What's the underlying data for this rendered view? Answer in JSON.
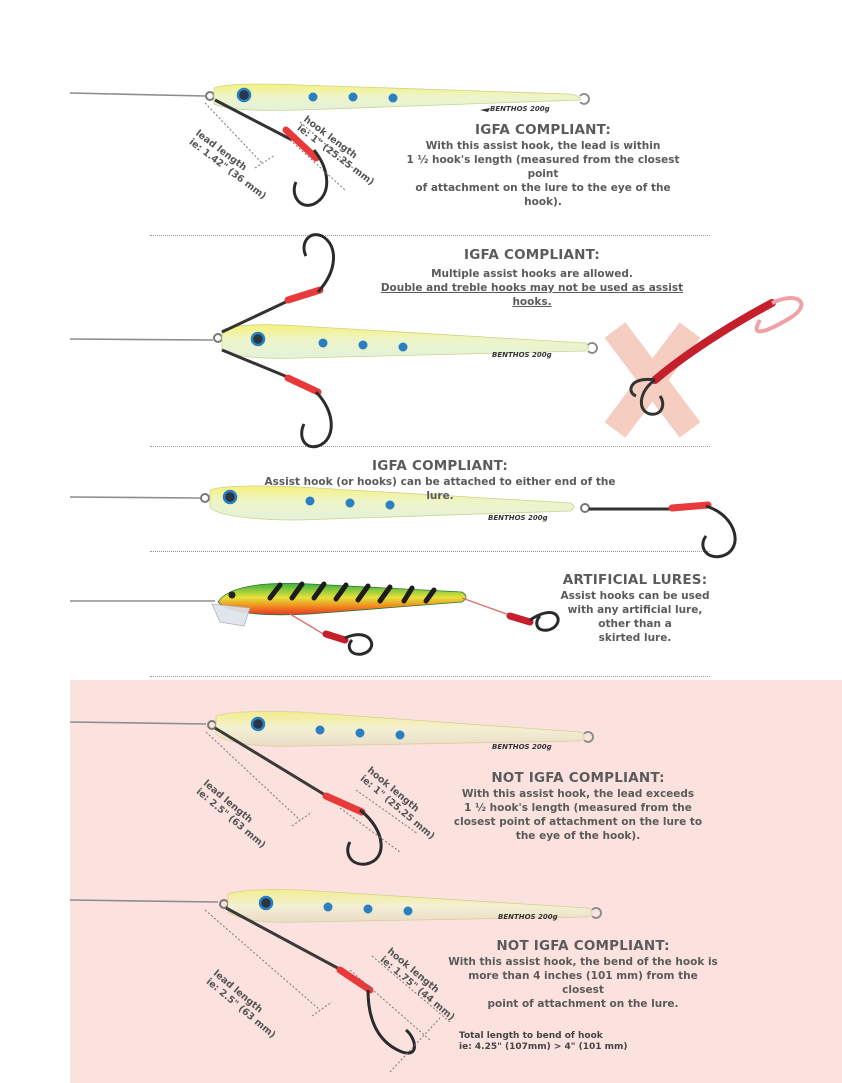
{
  "colors": {
    "pink_background": "#fbe2df",
    "jig_yellow": "#f2f07a",
    "jig_pale": "#e6f4d9",
    "eye_blue": "#2a7fc0",
    "hook_tube_red": "#e83a3a",
    "reject_x": "#f5b7a6"
  },
  "sections": [
    {
      "heading": "IGFA COMPLIANT:",
      "lines": [
        "With this assist hook, the lead is within",
        "1 ½  hook's length (measured from the closest point",
        "of attachment on the lure to the eye of the hook)."
      ],
      "jig_label": "BENTHOS 200g",
      "lead_label": [
        "lead length",
        "ie: 1.42\" (36 mm)"
      ],
      "hook_label": [
        "hook length",
        "ie: 1\" (25.25 mm)"
      ]
    },
    {
      "heading": "IGFA COMPLIANT:",
      "lines": [
        "Multiple assist hooks are allowed."
      ],
      "underlined": "Double and treble hooks may not be used as assist hooks.",
      "jig_label": "BENTHOS 200g"
    },
    {
      "heading": "IGFA COMPLIANT:",
      "lines": [
        "Assist hook (or hooks)  can be attached to either end of the lure."
      ],
      "jig_label": "BENTHOS 200g"
    },
    {
      "heading": "ARTIFICIAL LURES:",
      "lines": [
        "Assist hooks can be used",
        "with any artificial lure,",
        "other than a",
        "skirted lure."
      ]
    },
    {
      "heading": "NOT IGFA COMPLIANT:",
      "lines": [
        "With this assist hook, the lead exceeds",
        "1 ½  hook's length (measured from the",
        "closest point of attachment on the lure to",
        "the eye of the hook)."
      ],
      "jig_label": "BENTHOS 200g",
      "lead_label": [
        "lead length",
        "ie: 2.5\" (63 mm)"
      ],
      "hook_label": [
        "hook length",
        "ie: 1\" (25.25 mm)"
      ]
    },
    {
      "heading": "NOT IGFA COMPLIANT:",
      "lines": [
        "With this assist hook, the bend of the hook is",
        "more than 4 inches (101 mm) from the closest",
        "point of attachment on the lure."
      ],
      "jig_label": "BENTHOS 200g",
      "lead_label": [
        "lead length",
        "ie: 2.5\" (63 mm)"
      ],
      "hook_label": [
        "hook length",
        "ie: 1.75\" (44 mm)"
      ],
      "total": [
        "Total length to bend of hook",
        "ie: 4.25\"  (107mm) > 4\" (101 mm)"
      ]
    }
  ]
}
